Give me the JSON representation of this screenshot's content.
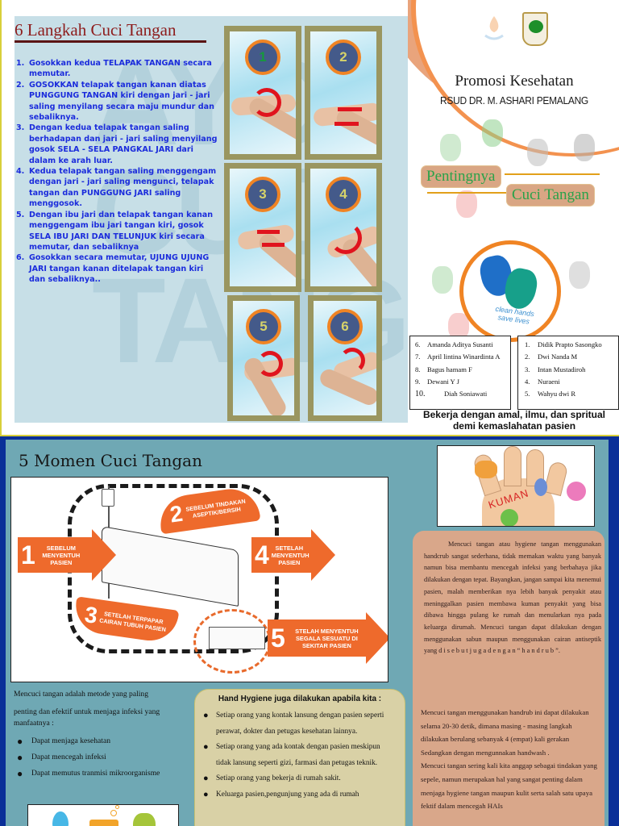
{
  "steps_section": {
    "title": "6 Langkah Cuci Tangan",
    "watermark": "AYO CUCI TANGAN",
    "steps": [
      {
        "num": "1.",
        "text": "Gosokkan kedua TELAPAK TANGAN secara memutar."
      },
      {
        "num": "2.",
        "text": "GOSOKKAN telapak tangan kanan diatas PUNGGUNG TANGAN kiri dengan jari - jari saling menyilang secara maju mundur dan sebaliknya."
      },
      {
        "num": "3.",
        "text": "Dengan kedua telapak tangan saling berhadapan dan jari - jari saling menyilang gosok SELA - SELA PANGKAL JARI dari dalam ke arah luar."
      },
      {
        "num": "4.",
        "text": "Kedua telapak tangan saling menggengam dengan jari - jari saling mengunci, telapak tangan dan PUNGGUNG JARI saling menggosok."
      },
      {
        "num": "5.",
        "text": "Dengan ibu jari dan telapak tangan kanan menggengam ibu jari tangan kiri, gosok SELA IBU JARI DAN TELUNJUK kiri secara memutar, dan sebaliknya"
      },
      {
        "num": "6.",
        "text": "Gosokkan secara memutar, UJUNG UJUNG JARI tangan kanan ditelapak tangan kiri dan sebaliknya.."
      }
    ],
    "photo_badges": [
      "1",
      "2",
      "3",
      "4",
      "5",
      "6"
    ]
  },
  "cover": {
    "title": "Promosi Kesehatan",
    "subtitle": "RSUD DR. M. ASHARI PEMALANG",
    "headline_line1": "Pentingnya",
    "headline_line2": "Cuci Tangan",
    "logo_text_line1": "clean hands",
    "logo_text_line2": "save lives",
    "names_left": [
      {
        "num": "6.",
        "name": "Amanda Aditya Susanti"
      },
      {
        "num": "7.",
        "name": "April lintina Winardinta A"
      },
      {
        "num": "8.",
        "name": "Bagus hamam F"
      },
      {
        "num": "9.",
        "name": "Dewani Y J"
      },
      {
        "num": "10.",
        "name": "Diah Soniawati"
      }
    ],
    "names_right": [
      {
        "num": "1.",
        "name": "Didik Prapto Sasongko"
      },
      {
        "num": "2.",
        "name": "Dwi Nanda M"
      },
      {
        "num": "3.",
        "name": "Intan Mustadiroh"
      },
      {
        "num": "4.",
        "name": "Nuraeni"
      },
      {
        "num": "5.",
        "name": "Wahyu dwi R"
      }
    ],
    "motto_line1": "Bekerja dengan amal, ilmu, dan spritual",
    "motto_line2": "demi kemaslahatan pasien"
  },
  "moments_section": {
    "title": "5 Momen Cuci Tangan",
    "moments": [
      {
        "num": "1",
        "label": "SEBELUM MENYENTUH PASIEN"
      },
      {
        "num": "2",
        "label": "SEBELUM TINDAKAN ASEPTIK/BERSIH"
      },
      {
        "num": "3",
        "label": "SETELAH TERPAPAR CAIRAN TUBUH PASIEN"
      },
      {
        "num": "4",
        "label": "SETELAH MENYENTUH PASIEN"
      },
      {
        "num": "5",
        "label": "STELAH MENYENTUH SEGALA SESUATU DI SEKITAR PASIEN"
      }
    ]
  },
  "benefits": {
    "intro_line1": "Mencuci tangan adalah metode yang paling",
    "intro_line2": "penting dan efektif untuk menjaga infeksi yang manfaatnya :",
    "items": [
      "Dapat menjaga kesehatan",
      "Dapat mencegah infeksi",
      "Dapat memutus tranmisi mikroorganisme"
    ]
  },
  "hand_hygiene": {
    "title": "Hand Hygiene juga dilakukan apabila kita :",
    "items": [
      "Setiap orang yang kontak lansung dengan pasien seperti perawat, dokter dan petugas kesehatan lainnya.",
      "Setiap orang yang ada kontak dengan pasien meskipun tidak lansung seperti gizi, farmasi dan petugas teknik.",
      "Setiap orang yang bekerja di rumah sakit.",
      "Keluarga pasien,pengunjung yang ada di rumah"
    ]
  },
  "kuman": {
    "label": "KUMAN"
  },
  "info": {
    "paragraph1": "Mencuci tangan atau hygiene tangan menggunakan handcrub sangat sederhana, tidak memakan waktu yang banyak namun bisa membantu mencegah infeksi yang berbahaya jika dilakukan dengan tepat. Bayangkan, jangan sampai kita menemui pasien, malah memberikan nya lebih banyak penyakit atau meninggalkan pasien membawa kuman penyakit yang bisa dibawa hingga pulang ke rumah dan menularkan nya pada keluarga dirumah. Mencuci tangan dapat dilakukan dengan menggunakan sabun maupun menggunakan cairan antiseptik yang d i s e b u t j u g a d e n g a n “ h a n d r u b ”.",
    "paragraph2": "Mencuci tangan menggunakan handrub ini dapat dilakukan selama 20-30 detik, dimana masing - masing langkah dilakukan berulang sebanyak 4 (empat) kali gerakan\nSedangkan dengan mengunnakan handwash .\nMencuci tangan sering kali kita anggap sebagai tindakan yang sepele, namun merupakan hal yang sangat penting dalam menjaga hygiene tangan maupun kulit serta salah satu upaya fektif dalam mencegah HAIs"
  },
  "colors": {
    "title_red": "#8d1c1c",
    "steps_blue": "#1b2cdc",
    "accent_orange": "#ee6a2c",
    "frame_olive": "#9a9660",
    "badge_navy": "#445a8a",
    "teal_bg": "#6fa8b4",
    "navy_border": "#0a2f98",
    "peach_box": "#d9a78a",
    "cream_box": "#d9d1a6"
  }
}
